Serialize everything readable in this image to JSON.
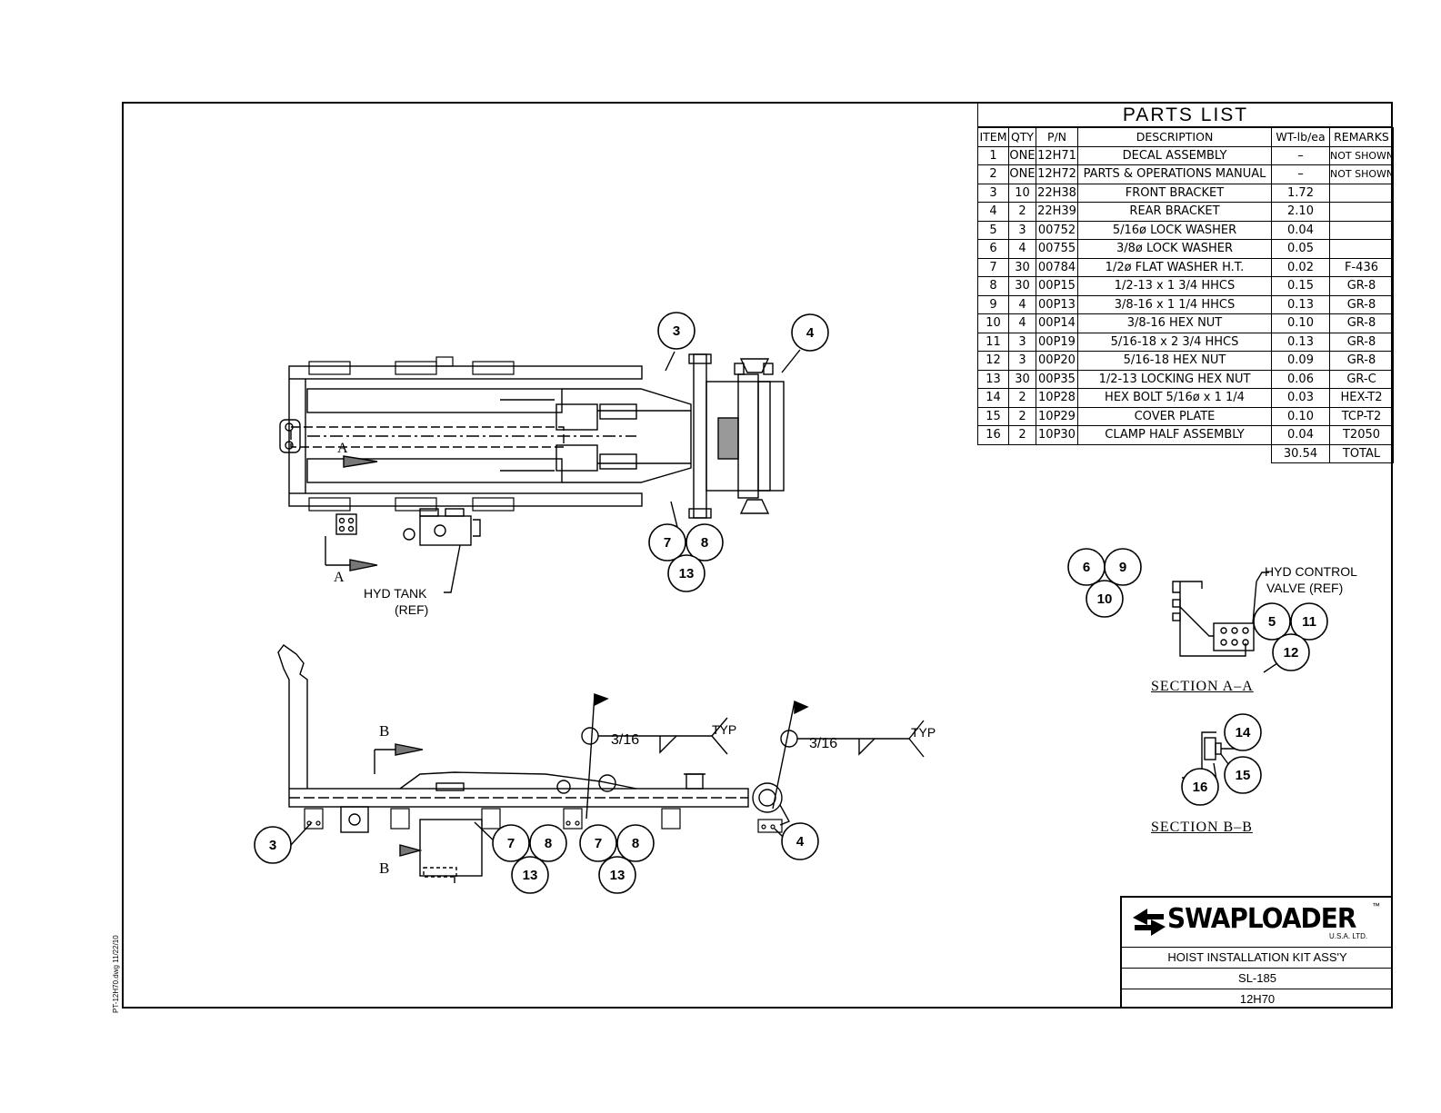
{
  "parts_list": {
    "title": "PARTS LIST",
    "headers": [
      "ITEM",
      "QTY",
      "P/N",
      "DESCRIPTION",
      "WT-lb/ea",
      "REMARKS"
    ],
    "rows": [
      [
        "1",
        "ONE",
        "12H71",
        "DECAL ASSEMBLY",
        "–",
        "NOT SHOWN"
      ],
      [
        "2",
        "ONE",
        "12H72",
        "PARTS & OPERATIONS MANUAL",
        "–",
        "NOT SHOWN"
      ],
      [
        "3",
        "10",
        "22H38",
        "FRONT BRACKET",
        "1.72",
        ""
      ],
      [
        "4",
        "2",
        "22H39",
        "REAR BRACKET",
        "2.10",
        ""
      ],
      [
        "5",
        "3",
        "00752",
        "5/16ø LOCK WASHER",
        "0.04",
        ""
      ],
      [
        "6",
        "4",
        "00755",
        "3/8ø LOCK WASHER",
        "0.05",
        ""
      ],
      [
        "7",
        "30",
        "00784",
        "1/2ø FLAT WASHER H.T.",
        "0.02",
        "F-436"
      ],
      [
        "8",
        "30",
        "00P15",
        "1/2-13 x 1 3/4 HHCS",
        "0.15",
        "GR-8"
      ],
      [
        "9",
        "4",
        "00P13",
        "3/8-16 x 1 1/4 HHCS",
        "0.13",
        "GR-8"
      ],
      [
        "10",
        "4",
        "00P14",
        "3/8-16 HEX NUT",
        "0.10",
        "GR-8"
      ],
      [
        "11",
        "3",
        "00P19",
        "5/16-18 x 2 3/4 HHCS",
        "0.13",
        "GR-8"
      ],
      [
        "12",
        "3",
        "00P20",
        "5/16-18 HEX NUT",
        "0.09",
        "GR-8"
      ],
      [
        "13",
        "30",
        "00P35",
        "1/2-13 LOCKING HEX NUT",
        "0.06",
        "GR-C"
      ],
      [
        "14",
        "2",
        "10P28",
        "HEX BOLT 5/16ø x 1 1/4",
        "0.03",
        "HEX-T2"
      ],
      [
        "15",
        "2",
        "10P29",
        "COVER PLATE",
        "0.10",
        "TCP-T2"
      ],
      [
        "16",
        "2",
        "10P30",
        "CLAMP HALF ASSEMBLY",
        "0.04",
        "T2050"
      ]
    ],
    "total_weight": "30.54",
    "total_label": "TOTAL"
  },
  "title_block": {
    "brand": "SWAPLOADER",
    "brand_tm": "™",
    "brand_sub": "U.S.A.   LTD.",
    "title": "HOIST INSTALLATION KIT ASS'Y",
    "model": "SL-185",
    "drawing_number": "12H70"
  },
  "labels": {
    "hyd_tank": "HYD TANK",
    "hyd_tank_ref": "(REF)",
    "hyd_control": "HYD CONTROL",
    "hyd_control_ref": "VALVE (REF)",
    "section_aa": "SECTION  A–A",
    "section_bb": "SECTION  B–B",
    "section_a": "A",
    "section_b": "B",
    "weld_size": "3/16",
    "weld_typ": "TYP",
    "file_stamp": "PT-12H70.dwg   11/22/10"
  },
  "balloons": [
    {
      "group": "top",
      "item": "3"
    },
    {
      "group": "top",
      "item": "4"
    },
    {
      "group": "top",
      "item": "7"
    },
    {
      "group": "top",
      "item": "8"
    },
    {
      "group": "top",
      "item": "13"
    },
    {
      "group": "aa",
      "item": "6"
    },
    {
      "group": "aa",
      "item": "9"
    },
    {
      "group": "aa",
      "item": "10"
    },
    {
      "group": "aa",
      "item": "5"
    },
    {
      "group": "aa",
      "item": "11"
    },
    {
      "group": "aa",
      "item": "12"
    },
    {
      "group": "bb",
      "item": "14"
    },
    {
      "group": "bb",
      "item": "15"
    },
    {
      "group": "bb",
      "item": "16"
    },
    {
      "group": "side",
      "item": "3"
    },
    {
      "group": "side",
      "item": "4"
    },
    {
      "group": "side",
      "item": "7"
    },
    {
      "group": "side",
      "item": "8"
    },
    {
      "group": "side",
      "item": "13"
    },
    {
      "group": "side",
      "item": "7"
    },
    {
      "group": "side",
      "item": "8"
    },
    {
      "group": "side",
      "item": "13"
    }
  ]
}
